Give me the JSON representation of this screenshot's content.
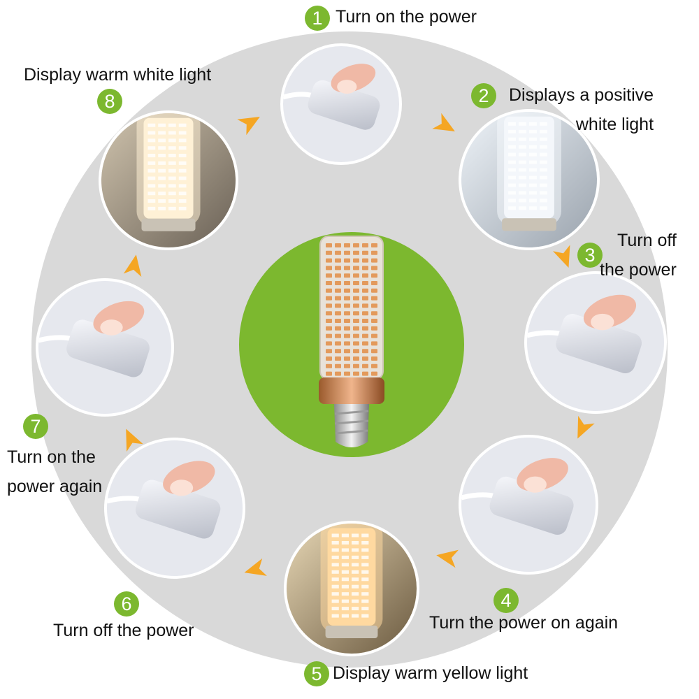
{
  "colors": {
    "ring_background": "#d9d9d9",
    "center_disc": "#7cb82f",
    "badge": "#7cb82f",
    "arrow": "#f5a623",
    "neutral_white_light": "#f4f7fb",
    "warm_white_light": "#fff1d6",
    "warm_yellow_light": "#ffd9a0"
  },
  "center_bulb": {
    "icon": "corn-led-bulb-icon"
  },
  "steps": [
    {
      "number": "1",
      "lines": [
        "Turn on the power"
      ],
      "icon": "switch-hand-icon"
    },
    {
      "number": "2",
      "lines": [
        "Displays a positive",
        "white light"
      ],
      "icon": "lit-bulb-icon"
    },
    {
      "number": "3",
      "lines": [
        "Turn off",
        "the power"
      ],
      "icon": "switch-hand-icon"
    },
    {
      "number": "4",
      "lines": [
        "Turn the power on again"
      ],
      "icon": "switch-hand-icon"
    },
    {
      "number": "5",
      "lines": [
        "Display warm yellow light"
      ],
      "icon": "lit-bulb-icon"
    },
    {
      "number": "6",
      "lines": [
        "Turn off the power"
      ],
      "icon": "switch-hand-icon"
    },
    {
      "number": "7",
      "lines": [
        "Turn on the",
        "power again"
      ],
      "icon": "switch-hand-icon"
    },
    {
      "number": "8",
      "lines": [
        "Display warm white light"
      ],
      "icon": "lit-bulb-icon"
    }
  ]
}
